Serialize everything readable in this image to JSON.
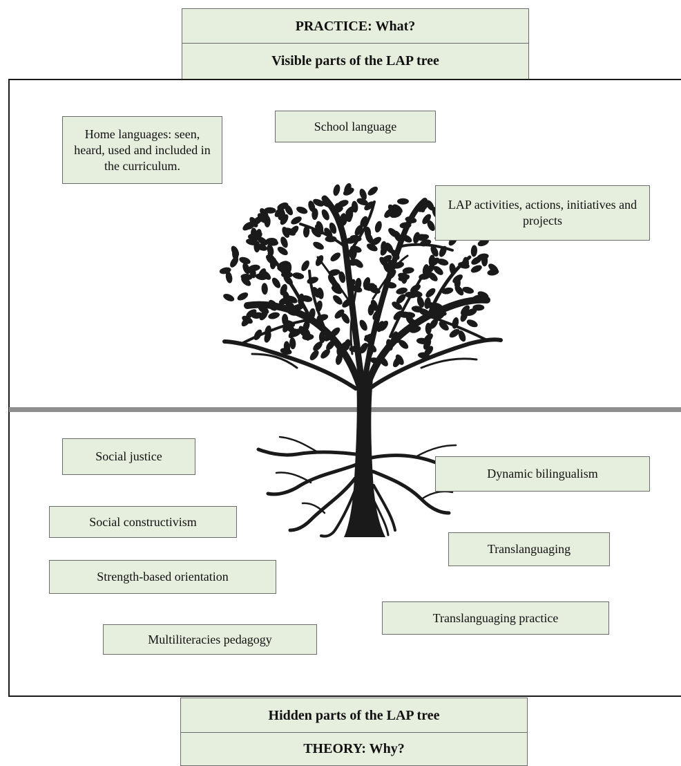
{
  "header_top": {
    "practice": "PRACTICE: What?",
    "visible": "Visible parts of the LAP tree"
  },
  "header_bottom": {
    "hidden": "Hidden parts of the LAP tree",
    "theory": "THEORY: Why?"
  },
  "visible_boxes": {
    "home_languages": "Home languages: seen, heard, used and included in the curriculum.",
    "school_language": "School language",
    "lap_activities": "LAP activities, actions, initiatives and projects"
  },
  "hidden_boxes": {
    "social_justice": "Social justice",
    "social_constructivism": "Social constructivism",
    "strength_based": "Strength-based orientation",
    "multiliteracies": "Multiliteracies pedagogy",
    "dynamic_bilingualism": "Dynamic bilingualism",
    "translanguaging": "Translanguaging",
    "translanguaging_practice": "Translanguaging practice"
  },
  "colors": {
    "box_fill": "#e6efde",
    "box_border": "#6b6b6b",
    "tree": "#1a1a1a",
    "ground_line": "#8e8e8e"
  },
  "icons": {
    "tree": "tree-icon"
  }
}
